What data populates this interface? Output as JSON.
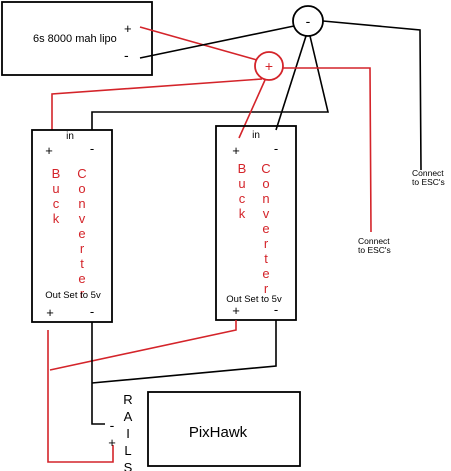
{
  "battery": {
    "label": "6s 8000 mah lipo",
    "plus": "+",
    "minus": "-"
  },
  "negative_node": {
    "symbol": "-"
  },
  "positive_node": {
    "symbol": "+"
  },
  "converters": [
    {
      "in_label": "in",
      "in_plus": "+",
      "in_minus": "-",
      "word1": "Buck",
      "word2": "Converter",
      "out_label": "Out Set to 5v",
      "out_plus": "+",
      "out_minus": "-"
    },
    {
      "in_label": "in",
      "in_plus": "+",
      "in_minus": "-",
      "word1": "Buck",
      "word2": "Converter",
      "out_label": "Out Set to 5v",
      "out_plus": "+",
      "out_minus": "-"
    }
  ],
  "esc_notes": [
    {
      "line1": "Connect",
      "line2": "to ESC's"
    },
    {
      "line1": "Connect",
      "line2": "to ESC's"
    }
  ],
  "pixhawk": {
    "label": "PixHawk",
    "rails": "RAILS",
    "minus": "-",
    "plus": "+"
  },
  "colors": {
    "positive": "#d4242a",
    "negative": "#000000"
  }
}
